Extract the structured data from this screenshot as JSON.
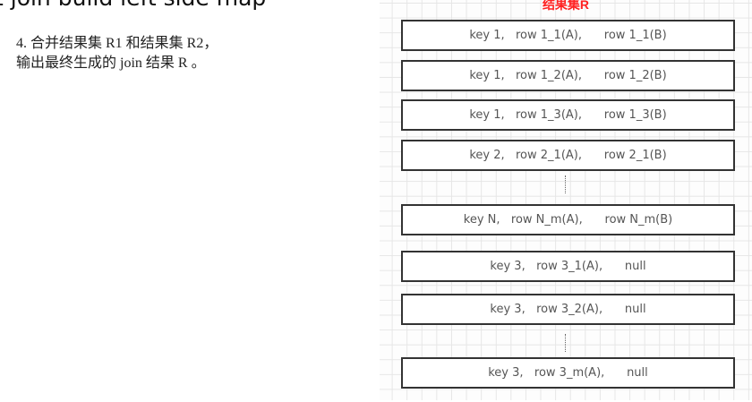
{
  "heading": "t join build left side map",
  "paragraph": {
    "line1": "4. 合并结果集 R1 和结果集 R2，",
    "line2": "输出最终生成的 join 结果 R 。"
  },
  "diagram": {
    "title": "结果集R",
    "title_color": "#ff2222",
    "rows": [
      "key 1,   row 1_1(A),      row 1_1(B)",
      "key 1,   row 1_2(A),      row 1_2(B)",
      "key 1,   row 1_3(A),      row 1_3(B)",
      "key 2,   row 2_1(A),      row 2_1(B)",
      "key N,   row N_m(A),      row N_m(B)",
      "key 3,   row 3_1(A),      null",
      "key 3,   row 3_2(A),      null",
      "key 3,   row 3_m(A),      null"
    ]
  }
}
